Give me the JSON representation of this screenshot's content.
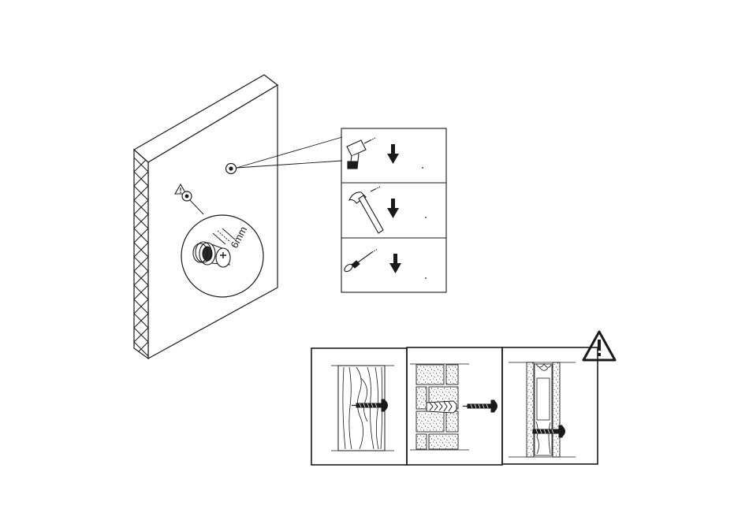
{
  "detail": {
    "dimension_label": "6mm"
  },
  "steps": [
    {
      "tool": "drill-icon"
    },
    {
      "tool": "hammer-icon"
    },
    {
      "tool": "screwdriver-icon"
    }
  ],
  "wall_types": [
    {
      "material": "wood"
    },
    {
      "material": "brick"
    },
    {
      "material": "plasterboard"
    }
  ],
  "icons": {
    "warning": "warning-triangle-icon",
    "arrow": "down-arrow-icon"
  },
  "colors": {
    "line": "#1a1a1a",
    "background": "#ffffff"
  }
}
